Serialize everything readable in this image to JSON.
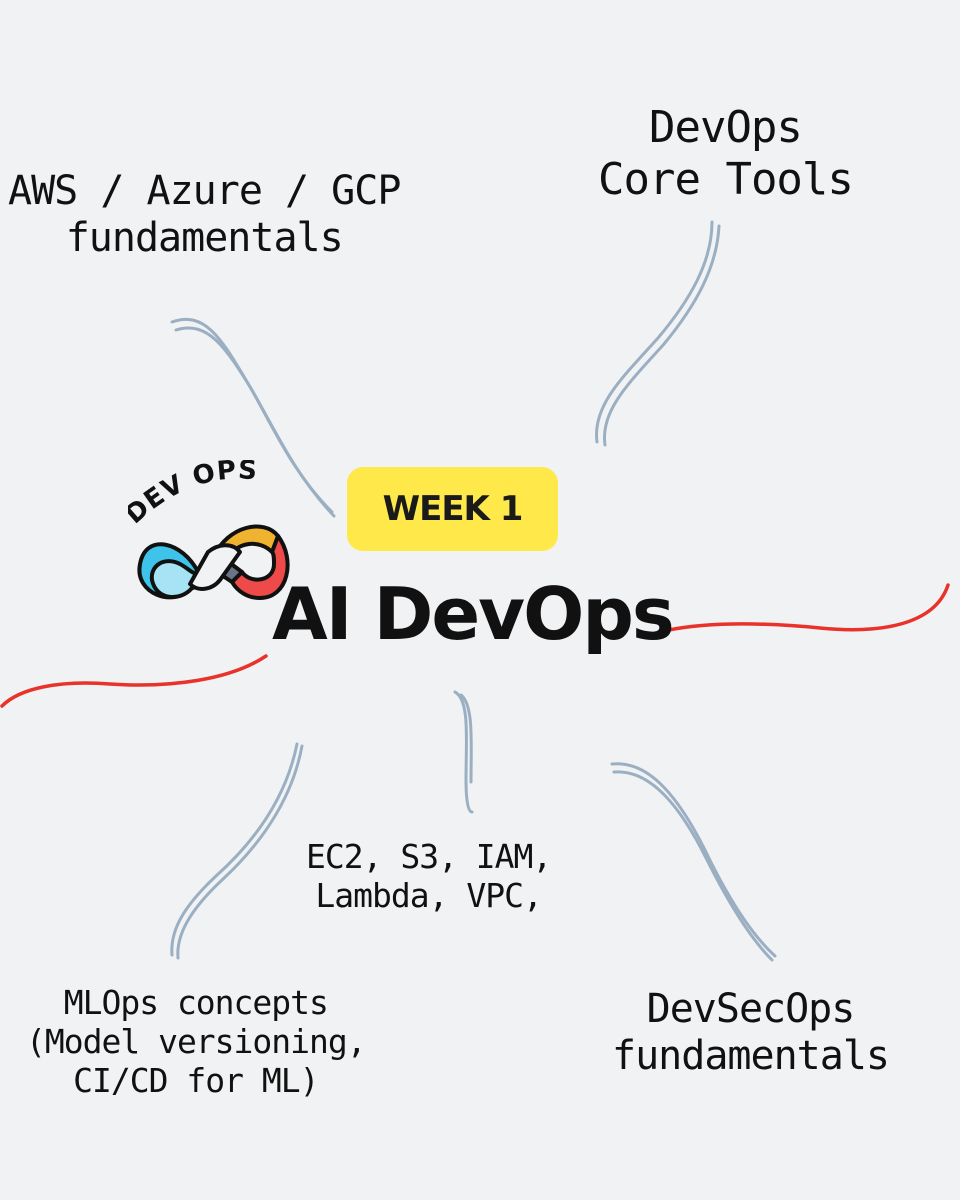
{
  "badge": {
    "label": "WEEK 1",
    "color": "#ffe94a"
  },
  "title": "AI DevOps",
  "logo": {
    "text": "DEV OPS",
    "icon": "infinity-icon",
    "segment_colors": [
      "#3ec4ea",
      "#a6e3f5",
      "#f0b330",
      "#ee4a4a",
      "#6a7486"
    ]
  },
  "branches": {
    "cloud": [
      "AWS / Azure / GCP",
      "fundamentals"
    ],
    "tools": [
      "DevOps",
      "Core Tools"
    ],
    "services": [
      "EC2, S3, IAM,",
      "Lambda, VPC,"
    ],
    "mlops": [
      "MLOps concepts",
      "(Model versioning,",
      "CI/CD for ML)"
    ],
    "devsecops": [
      "DevSecOps",
      "fundamentals"
    ]
  },
  "connector_color": "#9bafc2",
  "accent_color": "#e8322a"
}
